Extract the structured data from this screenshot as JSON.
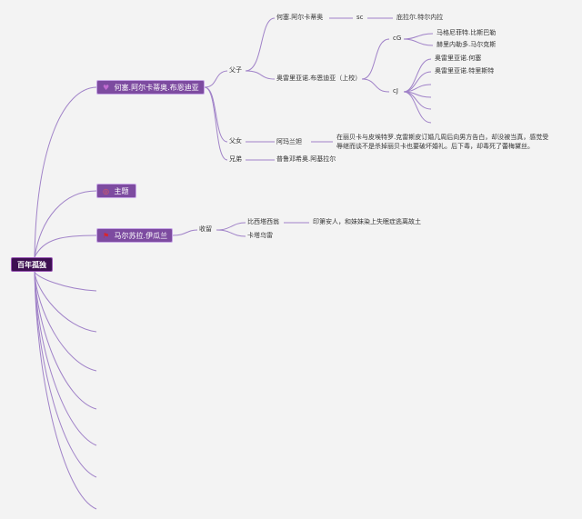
{
  "colors": {
    "background": "#f3f3f3",
    "line": "#a082c8",
    "root_fill": "#3d0f52",
    "root_border": "#9b59b6",
    "topic_fill": "#7d4ba0",
    "topic_border": "#c7a6e6",
    "flag": "#d8262d",
    "cat_icon": "#c06bd0",
    "target_icon": "#e85b5b"
  },
  "root": {
    "label": "百年孤独"
  },
  "branches": [
    {
      "label": "何塞.阿尔卡蒂奥.布恩迪亚",
      "icon": "cat-icon"
    },
    {
      "label": "主题",
      "icon": "target-icon"
    },
    {
      "label": "马尔苏拉.伊瓜兰",
      "icon": "flag-icon"
    }
  ],
  "family": {
    "fuzi": "父子",
    "funv": "父女",
    "xiongdi": "兄弟",
    "jose_arcadio": "何塞.阿尔卡蒂奥",
    "sc": "sc",
    "rebecca": "庇拉尔.特尔内拉",
    "aureliano": "奥雷里亚诺.布恩迪亚（上校）",
    "cg": "cG",
    "cj": "cJ",
    "cg_children": [
      "马格尼菲特.比斯巴勒",
      "赫里内勒多.马尔克斯"
    ],
    "cj_children": [
      "奥雷里亚诺.何塞",
      "奥雷里亚诺.特里斯特"
    ],
    "amaranta": "阿玛兰妲",
    "amaranta_note": "在丽贝卡与皮埃特罗.克雷斯皮订婚几周后向男方告白，却没被当真，感觉受辱继而谈不是杀掉丽贝卡也要破坏婚礼。后下毒，却毒死了蕾梅黛丝。",
    "brother": "普鲁邓希奥.阿基拉尔"
  },
  "ursula": {
    "shouyang": "收留",
    "child1": "比西塔西翁",
    "child1_note": "印第安人，和妹妹染上失眠症逃离故土",
    "child2": "卡塔乌雷"
  }
}
